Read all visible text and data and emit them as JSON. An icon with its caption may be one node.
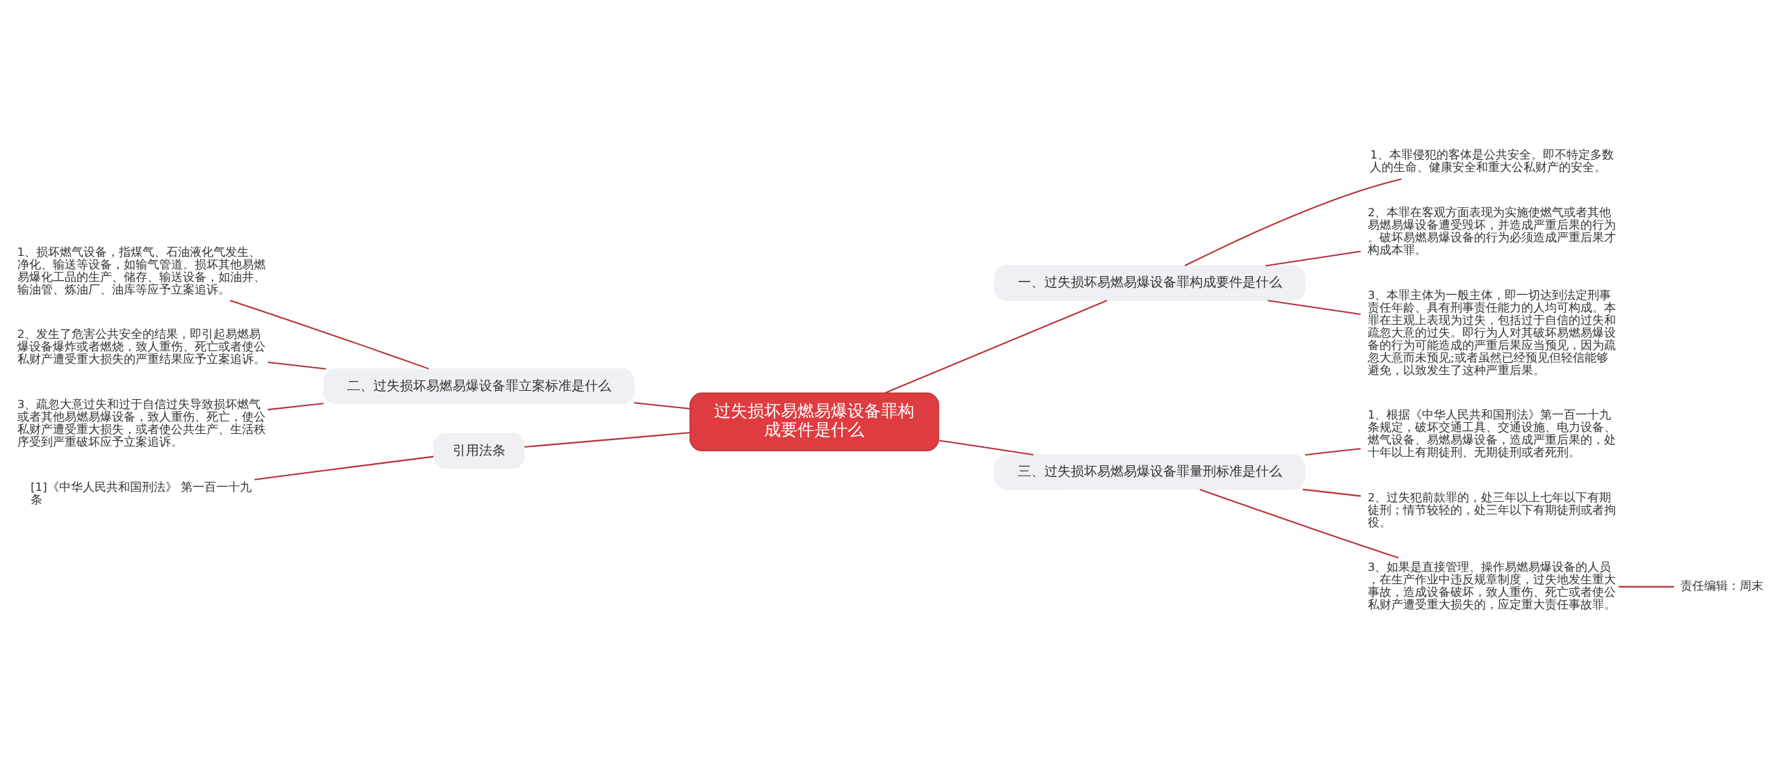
{
  "diagram": {
    "nodes": [
      {
        "text": [
          "过失损坏易燃易爆设备罪构成要件是什么"
        ]
      },
      {
        "text": [
          "一、过失损坏易燃易爆设备罪构成要件是什么"
        ]
      },
      {
        "text": [
          "1、本罪侵犯的客体是公共安全。即不特定多数人的生命、健康安全和重大公私财产的安全。"
        ]
      },
      {
        "text": [
          "2、本罪在客观方面表现为实施使燃气或者其他易燃易爆设备遭受毁坏，并造成严重后果的行为。破坏易燃易爆设备的行为必须造成严重后果才构成本罪。"
        ]
      },
      {
        "text": [
          "3、本罪主体为一般主体，即一切达到法定刑事责任年龄、具有刑事责任能力的人均可构成。本罪在主观上表现为过失，包括过于自信的过失和疏忽大意的过失。即行为人对其破坏易燃易爆设备的行为可能造成的严重后果应当预见，因为疏忽大意而未预见;或者虽然已经预见但轻信能够避免，以致发生了这种严重后果。"
        ]
      },
      {
        "text": [
          "二、过失损坏易燃易爆设备罪立案标准是什么"
        ]
      },
      {
        "text": [
          "1、损坏燃气设备，指煤气、石油液化气发生、净化、输送等设备，如输气管道。损坏其他易燃易爆化工品的生产、储存、输送设备，如油井、输油管、炼油厂、油库等应予立案追诉。"
        ]
      },
      {
        "text": [
          "2、发生了危害公共安全的结果，即引起易燃易爆设备爆炸或者燃烧，致人重伤、死亡或者使公私财产遭受重大损失的严重结果应予立案追诉。"
        ]
      },
      {
        "text": [
          "3、疏忽大意过失和过于自信过失导致损坏燃气或者其他易燃易爆设备，致人重伤、死亡，使公私财产遭受重大损失，或者使公共生产、生活秩序受到严重破坏应予立案追诉。"
        ]
      },
      {
        "text": [
          "引用法条"
        ]
      },
      {
        "text": [
          "[1]《中华人民共和国刑法》 第一百一十九条"
        ]
      },
      {
        "text": [
          "三、过失损坏易燃易爆设备罪量刑标准是什么"
        ]
      },
      {
        "text": [
          "1、根据《中华人民共和国刑法》第一百一十九条规定，破坏交通工具、交通设施、电力设备、燃气设备、易燃易爆设备，造成严重后果的，处十年以上有期徒刑、无期徒刑或者死刑。"
        ]
      },
      {
        "text": [
          "2、过失犯前款罪的，处三年以上七年以下有期徒刑；情节较轻的，处三年以下有期徒刑或者拘役。"
        ]
      },
      {
        "text": [
          "3、如果是直接管理、操作易燃易爆设备的人员，在生产作业中违反规章制度，过失地发生重大事故，造成设备破坏，致人重伤、死亡或者使公私财产遭受重大损失的，应定重大责任事故罪。"
        ]
      },
      {
        "text": [
          "责任编辑：周末"
        ]
      }
    ],
    "edges": [
      {
        "from": 0,
        "to": 1,
        "arrow": "none"
      },
      {
        "from": 1,
        "to": 2,
        "arrow": "none"
      },
      {
        "from": 1,
        "to": 3,
        "arrow": "none"
      },
      {
        "from": 1,
        "to": 4,
        "arrow": "none"
      },
      {
        "from": 0,
        "to": 5,
        "arrow": "none"
      },
      {
        "from": 5,
        "to": 6,
        "arrow": "none"
      },
      {
        "from": 5,
        "to": 7,
        "arrow": "none"
      },
      {
        "from": 5,
        "to": 8,
        "arrow": "none"
      },
      {
        "from": 0,
        "to": 9,
        "arrow": "none"
      },
      {
        "from": 9,
        "to": 10,
        "arrow": "none"
      },
      {
        "from": 0,
        "to": 11,
        "arrow": "none"
      },
      {
        "from": 11,
        "to": 12,
        "arrow": "none"
      },
      {
        "from": 11,
        "to": 13,
        "arrow": "none"
      },
      {
        "from": 11,
        "to": 14,
        "arrow": "none"
      },
      {
        "from": 14,
        "to": 15,
        "arrow": "none"
      }
    ]
  }
}
